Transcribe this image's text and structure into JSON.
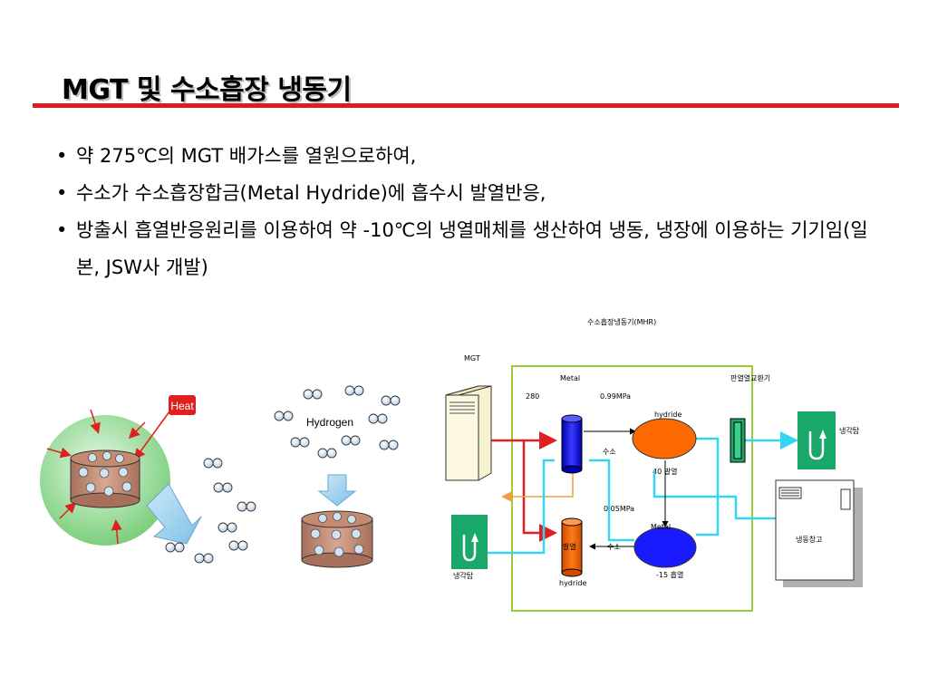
{
  "title": "MGT 및 수소흡장 냉동기",
  "bullets": [
    "약 275℃의 MGT 배가스를 열원으로하여,",
    "수소가 수소흡장합금(Metal Hydride)에 흡수시 발열반응,",
    "방출시 흡열반응원리를 이용하여 약 -10℃의 냉열매체를 생산하여 냉동, 냉장에 이용하는 기기임(일본, JSW사 개발)"
  ],
  "left_diagram": {
    "heat_label": "Heat",
    "hydrogen_label": "Hydrogen"
  },
  "mhr_diagram": {
    "title": "수소흡장냉동기(MHR)",
    "mgt": "MGT",
    "metal_top": "Metal",
    "hx": "판열열교환기",
    "temp_280": "280",
    "pressure_high": "0.99MPa",
    "hydride_top": "hydride",
    "hydrogen_top": "수소",
    "heat_gen_40": "40 발열",
    "pressure_low": "0.05MPa",
    "metal_bottom": "Metal",
    "heat_gen": "발열",
    "hydrogen_bottom": "수소",
    "hydride_bottom": "hydride",
    "absorb_minus15": "-15  흡열",
    "cooling_tower_left": "냉각탑",
    "cooling_tower_right": "냉각탑",
    "cold_storage": "냉동창고"
  },
  "colors": {
    "title_rule": "#e01a22",
    "tank_blue": "#1a1aff",
    "tank_orange": "#ff6a00",
    "frame_green": "#9acd32",
    "pipe_red": "#e02020",
    "pipe_cyan": "#33d6f0",
    "cooling_tower": "#1aa86a",
    "sphere_green": "#8fd68f"
  }
}
